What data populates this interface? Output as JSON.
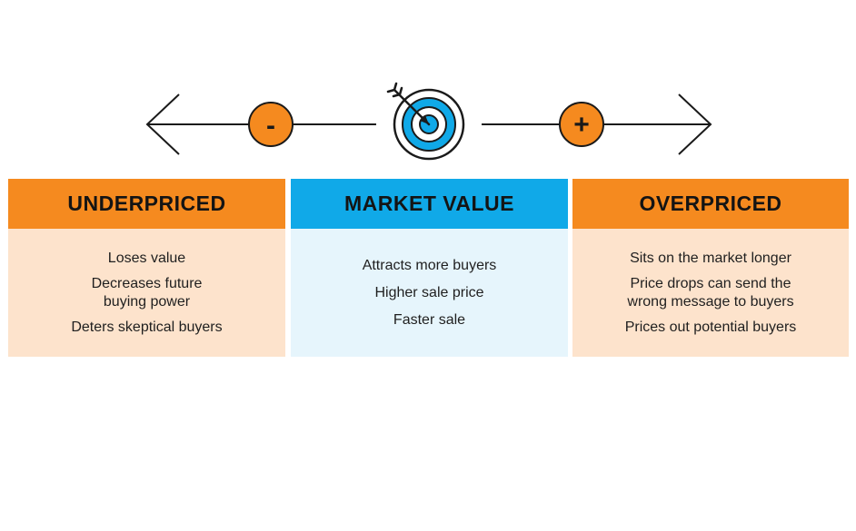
{
  "scale": {
    "minus_sign": "-",
    "plus_sign": "+",
    "center_icon": "target-bullseye-icon",
    "arrow_color": "#1a1a1a",
    "sign_circle_color": "#f58a1f",
    "target_ring_color": "#10a9e8"
  },
  "columns": [
    {
      "title": "UNDERPRICED",
      "header_color": "#f58a1f",
      "body_color": "#fde3cc",
      "items": [
        "Loses value",
        "Decreases future\nbuying power",
        "Deters skeptical buyers"
      ]
    },
    {
      "title": "MARKET VALUE",
      "header_color": "#10a9e8",
      "body_color": "#e6f5fc",
      "items": [
        "Attracts more buyers",
        "Higher sale price",
        "Faster sale"
      ]
    },
    {
      "title": "OVERPRICED",
      "header_color": "#f58a1f",
      "body_color": "#fde3cc",
      "items": [
        "Sits on the market longer",
        "Price drops can send the\nwrong message to buyers",
        "Prices out potential buyers"
      ]
    }
  ]
}
